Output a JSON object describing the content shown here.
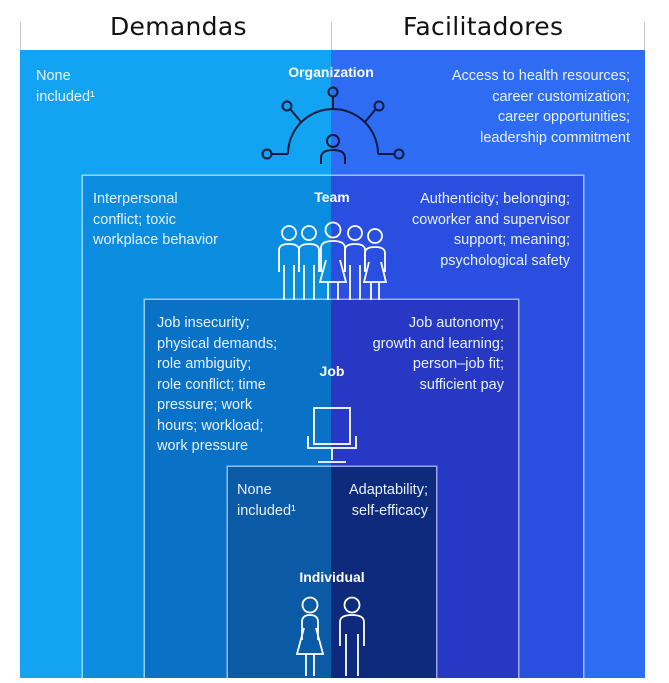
{
  "header": {
    "left_title": "Demandas",
    "right_title": "Facilitadores"
  },
  "levels": {
    "organization": {
      "label": "Organization",
      "demands": "None\nincluded¹",
      "enablers": "Access to health resources;\ncareer customization;\ncareer opportunities;\nleadership commitment",
      "icon": "network-person-icon"
    },
    "team": {
      "label": "Team",
      "demands": "Interpersonal\nconflict; toxic\nworkplace behavior",
      "enablers": "Authenticity; belonging;\ncoworker and supervisor\nsupport; meaning;\npsychological safety",
      "icon": "group-of-people-icon"
    },
    "job": {
      "label": "Job",
      "demands": "Job insecurity;\nphysical demands;\nrole ambiguity;\nrole conflict; time\npressure; work\nhours; workload;\nwork pressure",
      "enablers": "Job autonomy;\ngrowth and learning;\nperson–job fit;\nsufficient pay",
      "icon": "desk-chair-icon"
    },
    "individual": {
      "label": "Individual",
      "demands": "None\nincluded¹",
      "enablers": "Adaptability;\nself-efficacy",
      "icon": "woman-and-man-icon"
    }
  },
  "colors": {
    "org_left": "#12a4f2",
    "org_right": "#2f6cf4",
    "team_left": "#0a8ddf",
    "team_right": "#2a4fe0",
    "job_left": "#0a72c6",
    "job_right": "#2638c4",
    "individual_left": "#0b5aa5",
    "individual_right": "#0d2a7c"
  }
}
